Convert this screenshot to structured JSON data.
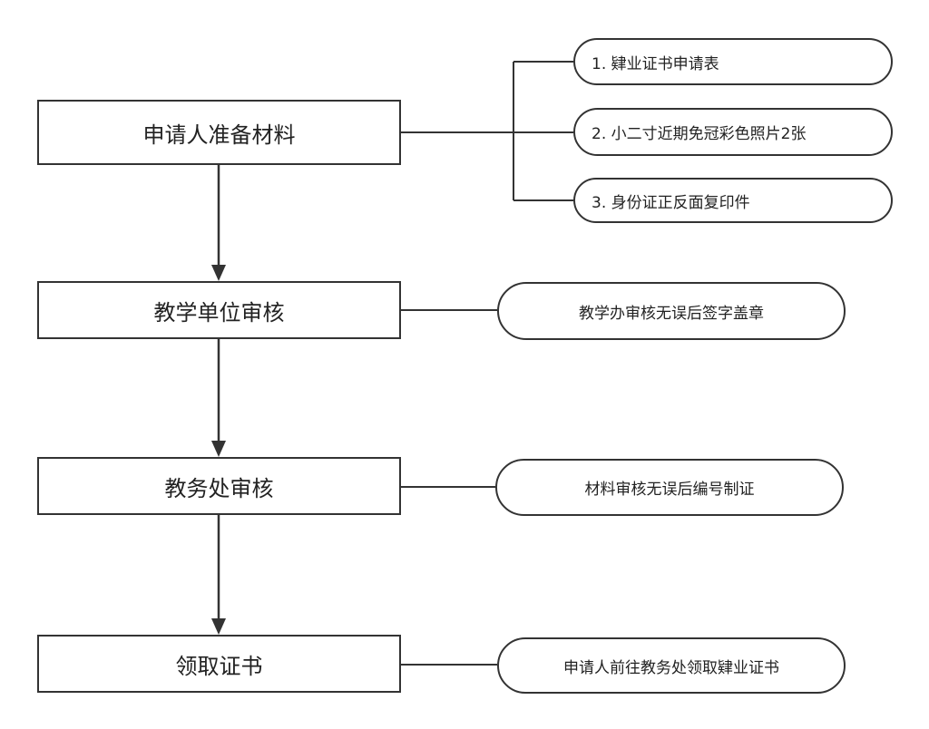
{
  "steps": [
    {
      "label": "申请人准备材料"
    },
    {
      "label": "教学单位审核"
    },
    {
      "label": "教务处审核"
    },
    {
      "label": "领取证书"
    }
  ],
  "materials": [
    {
      "label": "1. 肄业证书申请表"
    },
    {
      "label": "2. 小二寸近期免冠彩色照片2张"
    },
    {
      "label": "3. 身份证正反面复印件"
    }
  ],
  "notes": [
    {
      "label": "教学办审核无误后签字盖章"
    },
    {
      "label": "材料审核无误后编号制证"
    },
    {
      "label": "申请人前往教务处领取肄业证书"
    }
  ],
  "colors": {
    "line": "#333333",
    "box_fill": "#ffffff",
    "text": "#222222"
  }
}
